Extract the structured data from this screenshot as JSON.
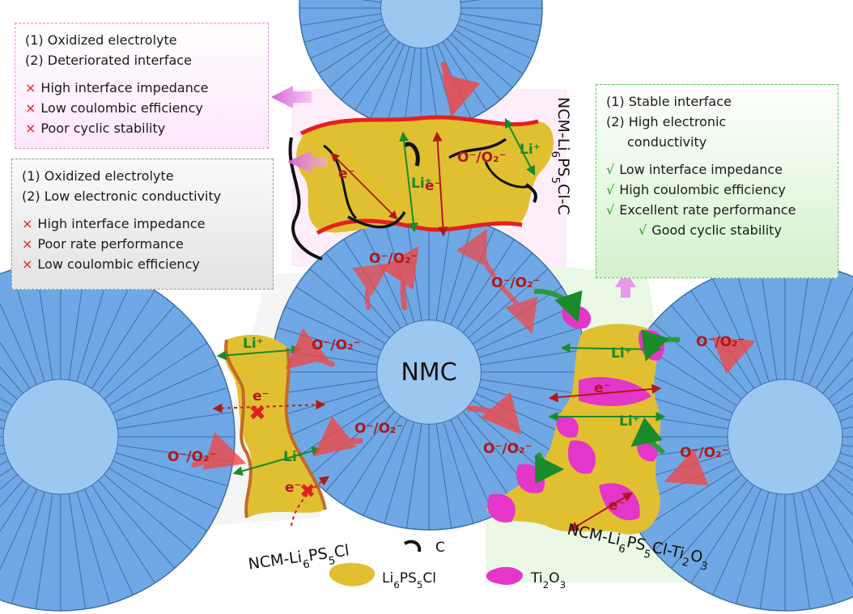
{
  "center_label": "NMC",
  "interface_labels": {
    "top": "NCM-Li6PS5Cl-C",
    "left": "NCM-Li6PS5Cl",
    "right": "NCM-Li6PS5Cl-Ti2O3"
  },
  "species": {
    "oxygen": "O⁻/O₂⁻",
    "lithium": "Li⁺",
    "electron": "e⁻"
  },
  "legend": {
    "carbon": "C",
    "electrolyte": "Li6PS5Cl",
    "ti2o3": "Ti2O3"
  },
  "box_pink": {
    "items": [
      "(1) Oxidized electrolyte",
      "(2) Deteriorated interface"
    ],
    "cons": [
      "High interface impedance",
      "Low coulombic efficiency",
      "Poor cyclic stability"
    ],
    "mark": "×"
  },
  "box_gray": {
    "items": [
      "(1) Oxidized electrolyte",
      "(2) Low electronic conductivity"
    ],
    "cons": [
      "High interface impedance",
      "Poor rate performance",
      "Low coulombic efficiency"
    ],
    "mark": "×"
  },
  "box_green": {
    "items": [
      "(1) Stable interface",
      "(2) High electronic",
      "conductivity"
    ],
    "pros": [
      "Low interface impedance",
      "High coulombic efficiency",
      "Excellent rate performance",
      "Good cyclic stability"
    ],
    "mark": "√"
  },
  "colors": {
    "particle": "#6fa8e4",
    "particle_light": "#9cc7f0",
    "electrolyte": "#e0c030",
    "ti2o3": "#e436c8",
    "oxidized_interface": "#e51f1f",
    "carbon": "#111111",
    "li_arrow": "#1a8a2a",
    "e_arrow": "#b01818"
  }
}
